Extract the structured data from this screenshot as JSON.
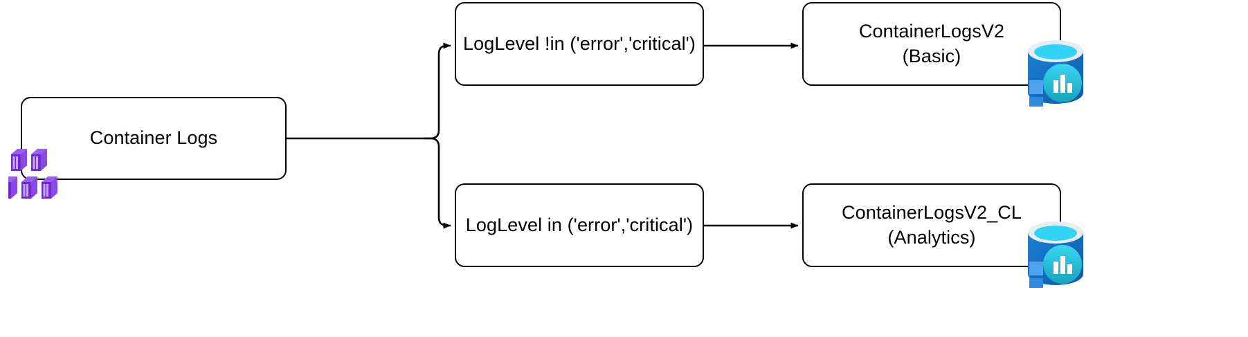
{
  "diagram": {
    "title": "Container Logs split by LogLevel into Basic and Analytics tables",
    "type": "flowchart",
    "direction": "left-to-right",
    "colors": {
      "background": "#ffffff",
      "node_border": "#000000",
      "node_fill": "#ffffff",
      "connector": "#000000",
      "text": "#000000",
      "container_icon_purple": "#7f35dd",
      "container_icon_purple_light": "#a86ef0",
      "container_icon_purple_dark": "#5c1fb0",
      "db_icon_blue": "#0f6cbd",
      "db_icon_blue_dark": "#10508f",
      "db_icon_cyan": "#32d4f5",
      "db_icon_cyan_dark": "#1b93c4",
      "db_icon_teal": "#2bd9e0",
      "db_icon_white": "#ffffff"
    },
    "nodes": [
      {
        "id": "source",
        "name": "container-logs-source",
        "label": "Container Logs",
        "icon": "containers-icon"
      },
      {
        "id": "filter-top",
        "name": "filter-not-error-critical",
        "label": "LogLevel !in ('error','critical')"
      },
      {
        "id": "filter-bottom",
        "name": "filter-error-critical",
        "label": "LogLevel in ('error','critical')"
      },
      {
        "id": "dest-top",
        "name": "destination-containerlogsv2-basic",
        "label": "ContainerLogsV2\n(Basic)",
        "table": "ContainerLogsV2",
        "plan": "(Basic)",
        "icon": "log-analytics-database-icon"
      },
      {
        "id": "dest-bottom",
        "name": "destination-containerlogsv2-cl-analytics",
        "label": "ContainerLogsV2_CL\n(Analytics)",
        "table": "ContainerLogsV2_CL",
        "plan": "(Analytics)",
        "icon": "log-analytics-database-icon"
      }
    ],
    "edges": [
      {
        "id": "edge-source-split",
        "from": "source",
        "to": "split",
        "arrow": false
      },
      {
        "id": "edge-split-filter-top",
        "from": "split",
        "to": "filter-top",
        "arrow": true
      },
      {
        "id": "edge-split-filter-bottom",
        "from": "split",
        "to": "filter-bottom",
        "arrow": true
      },
      {
        "id": "edge-filter-top-dest-top",
        "from": "filter-top",
        "to": "dest-top",
        "arrow": true
      },
      {
        "id": "edge-filter-bottom-dest-bottom",
        "from": "filter-bottom",
        "to": "dest-bottom",
        "arrow": true
      }
    ]
  }
}
